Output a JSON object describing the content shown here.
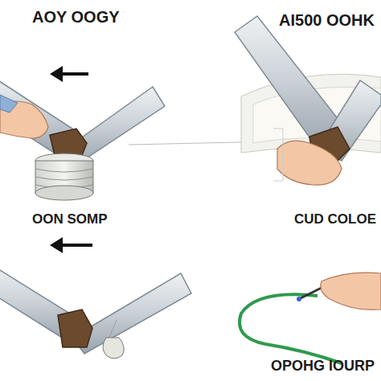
{
  "diagram": {
    "labels": [
      "AOY OOGY",
      "AI500 OOHK",
      "OON SOMP",
      "CUD COLOE",
      "OPOHG IOURP"
    ]
  }
}
